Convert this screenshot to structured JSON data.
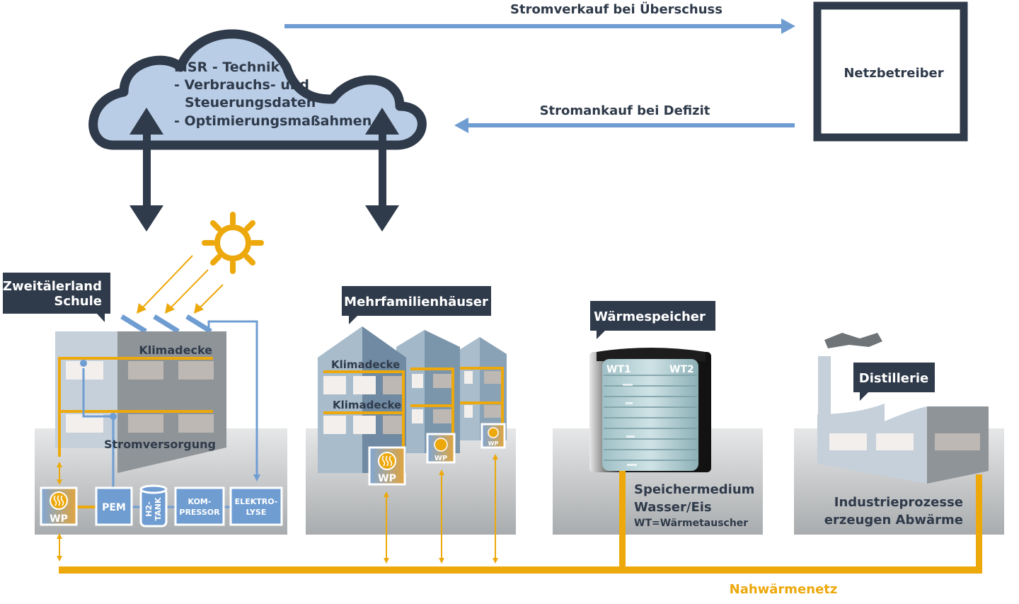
{
  "colors": {
    "dark": "#2f3a4a",
    "blue": "#6f9dd2",
    "cloud_fill": "#b9cde6",
    "orange": "#eda80b",
    "ground": "#d9dadb",
    "building_light": "#c5d0da",
    "building_dark": "#8f9498"
  },
  "cloud": {
    "line1": "MSR - Technik",
    "line2": "- Verbrauchs- und",
    "line3": "Steuerungsdaten",
    "line4": "- Optimierungsmaßahmen"
  },
  "grid": {
    "sell_label": "Stromverkauf bei Überschuss",
    "buy_label": "Stromankauf bei Defizit",
    "operator_label": "Netzbetreiber"
  },
  "school": {
    "title_line1": "Zweitälerland",
    "title_line2": "Schule",
    "ceiling_label": "Klimadecke",
    "power_label": "Stromversorgung",
    "components": {
      "wp": "WP",
      "pem": "PEM",
      "tank_line1": "H2-",
      "tank_line2": "TANK",
      "compressor_line1": "KOM-",
      "compressor_line2": "PRESSOR",
      "electrolysis_line1": "ELEKTRO-",
      "electrolysis_line2": "LYSE"
    }
  },
  "apartments": {
    "title": "Mehrfamilienhäuser",
    "ceiling_label_1": "Klimadecke",
    "ceiling_label_2": "Klimadecke",
    "wp": "WP"
  },
  "storage": {
    "title": "Wärmespeicher",
    "wt1": "WT1",
    "wt2": "WT2",
    "desc_line1": "Speichermedium",
    "desc_line2": "Wasser/Eis",
    "desc_line3": "WT=Wärmetauscher"
  },
  "distillery": {
    "title": "Distillerie",
    "desc_line1": "Industrieprozesse",
    "desc_line2": "erzeugen Abwärme"
  },
  "network": {
    "label": "Nahwärmenetz"
  }
}
